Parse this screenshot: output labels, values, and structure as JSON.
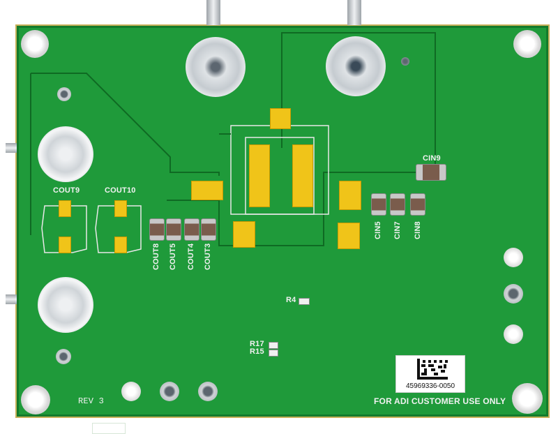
{
  "board": {
    "revision": "REV 3",
    "footer_text": "FOR ADI CUSTOMER USE ONLY",
    "serial": "45969336-0050"
  },
  "labels": {
    "cout9": "COUT9",
    "cout10": "COUT10",
    "cout8": "COUT8",
    "cout5": "COUT5",
    "cout4": "COUT4",
    "cout3": "COUT3",
    "cin9": "CIN9",
    "cin5": "CIN5",
    "cin7": "CIN7",
    "cin8": "CIN8",
    "r4": "R4",
    "r17": "R17",
    "r15": "R15"
  },
  "colors": {
    "pcb_green": "#1f9a3a",
    "gold": "#f0c419",
    "silkscreen": "#f2f2f2"
  }
}
